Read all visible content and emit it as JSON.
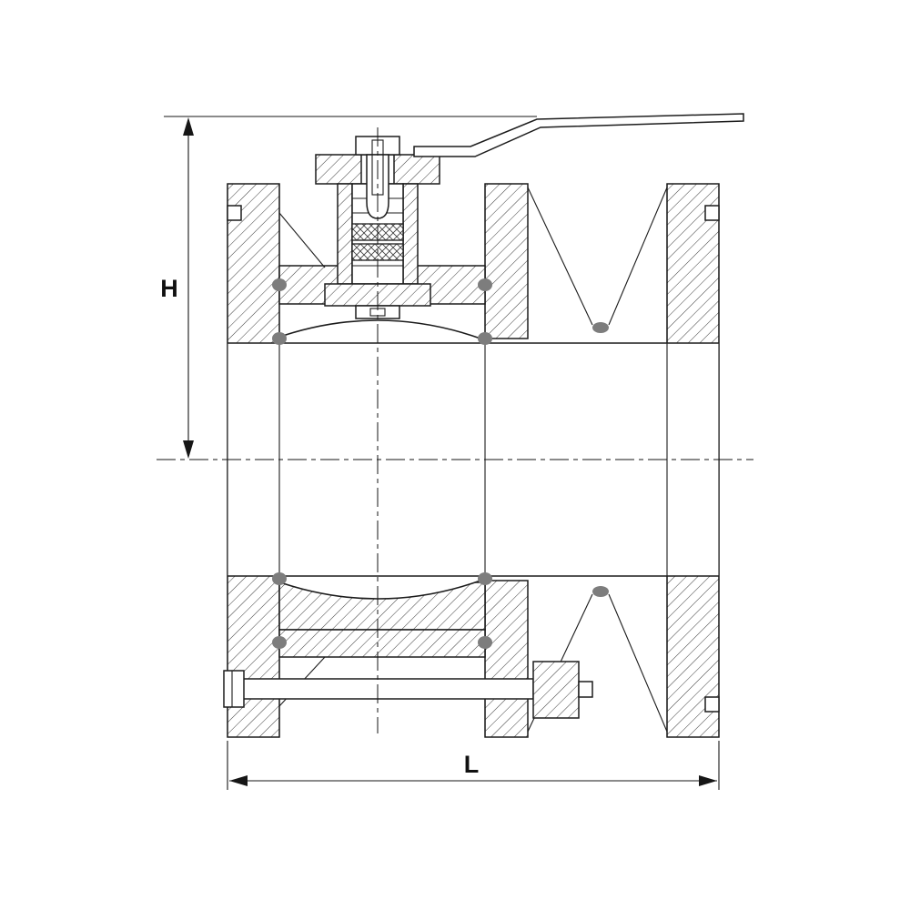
{
  "diagram": {
    "subject": "flanged ball valve sectional drawing",
    "labels": {
      "height_dimension": "H",
      "length_dimension": "L"
    },
    "colors": {
      "line": "#1c1c1c",
      "seal_gray": "#7d7d7d",
      "background": "#ffffff"
    }
  }
}
